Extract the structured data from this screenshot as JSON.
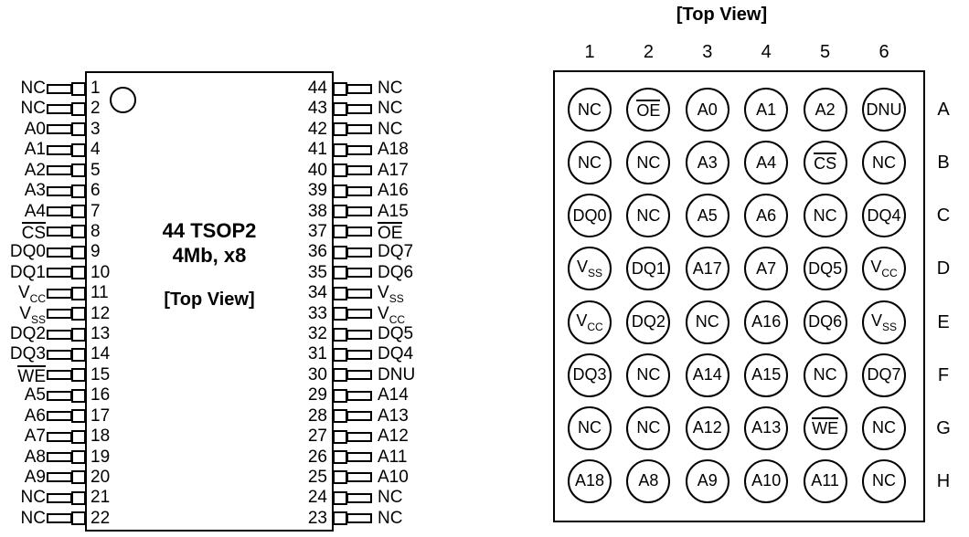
{
  "tsop": {
    "title": "44 TSOP2",
    "subtitle": "4Mb, x8",
    "view_label": "[Top View]",
    "left_pins": [
      {
        "number": "1",
        "label": "NC"
      },
      {
        "number": "2",
        "label": "NC"
      },
      {
        "number": "3",
        "label": "A0"
      },
      {
        "number": "4",
        "label": "A1"
      },
      {
        "number": "5",
        "label": "A2"
      },
      {
        "number": "6",
        "label": "A3"
      },
      {
        "number": "7",
        "label": "A4"
      },
      {
        "number": "8",
        "label": "~CS"
      },
      {
        "number": "9",
        "label": "DQ0"
      },
      {
        "number": "10",
        "label": "DQ1"
      },
      {
        "number": "11",
        "label": "V_CC"
      },
      {
        "number": "12",
        "label": "V_SS"
      },
      {
        "number": "13",
        "label": "DQ2"
      },
      {
        "number": "14",
        "label": "DQ3"
      },
      {
        "number": "15",
        "label": "~WE"
      },
      {
        "number": "16",
        "label": "A5"
      },
      {
        "number": "17",
        "label": "A6"
      },
      {
        "number": "18",
        "label": "A7"
      },
      {
        "number": "19",
        "label": "A8"
      },
      {
        "number": "20",
        "label": "A9"
      },
      {
        "number": "21",
        "label": "NC"
      },
      {
        "number": "22",
        "label": "NC"
      }
    ],
    "right_pins": [
      {
        "number": "44",
        "label": "NC"
      },
      {
        "number": "43",
        "label": "NC"
      },
      {
        "number": "42",
        "label": "NC"
      },
      {
        "number": "41",
        "label": "A18"
      },
      {
        "number": "40",
        "label": "A17"
      },
      {
        "number": "39",
        "label": "A16"
      },
      {
        "number": "38",
        "label": "A15"
      },
      {
        "number": "37",
        "label": "~OE"
      },
      {
        "number": "36",
        "label": "DQ7"
      },
      {
        "number": "35",
        "label": "DQ6"
      },
      {
        "number": "34",
        "label": "V_SS"
      },
      {
        "number": "33",
        "label": "V_CC"
      },
      {
        "number": "32",
        "label": "DQ5"
      },
      {
        "number": "31",
        "label": "DQ4"
      },
      {
        "number": "30",
        "label": "DNU"
      },
      {
        "number": "29",
        "label": "A14"
      },
      {
        "number": "28",
        "label": "A13"
      },
      {
        "number": "27",
        "label": "A12"
      },
      {
        "number": "26",
        "label": "A11"
      },
      {
        "number": "25",
        "label": "A10"
      },
      {
        "number": "24",
        "label": "NC"
      },
      {
        "number": "23",
        "label": "NC"
      }
    ]
  },
  "bga": {
    "view_label": "[Top View]",
    "column_labels": [
      "1",
      "2",
      "3",
      "4",
      "5",
      "6"
    ],
    "row_labels": [
      "A",
      "B",
      "C",
      "D",
      "E",
      "F",
      "G",
      "H"
    ],
    "balls": [
      [
        "NC",
        "~OE",
        "A0",
        "A1",
        "A2",
        "DNU"
      ],
      [
        "NC",
        "NC",
        "A3",
        "A4",
        "~CS",
        "NC"
      ],
      [
        "DQ0",
        "NC",
        "A5",
        "A6",
        "NC",
        "DQ4"
      ],
      [
        "V_SS",
        "DQ1",
        "A17",
        "A7",
        "DQ5",
        "V_CC"
      ],
      [
        "V_CC",
        "DQ2",
        "NC",
        "A16",
        "DQ6",
        "V_SS"
      ],
      [
        "DQ3",
        "NC",
        "A14",
        "A15",
        "NC",
        "DQ7"
      ],
      [
        "NC",
        "NC",
        "A12",
        "A13",
        "~WE",
        "NC"
      ],
      [
        "A18",
        "A8",
        "A9",
        "A10",
        "A11",
        "NC"
      ]
    ]
  }
}
